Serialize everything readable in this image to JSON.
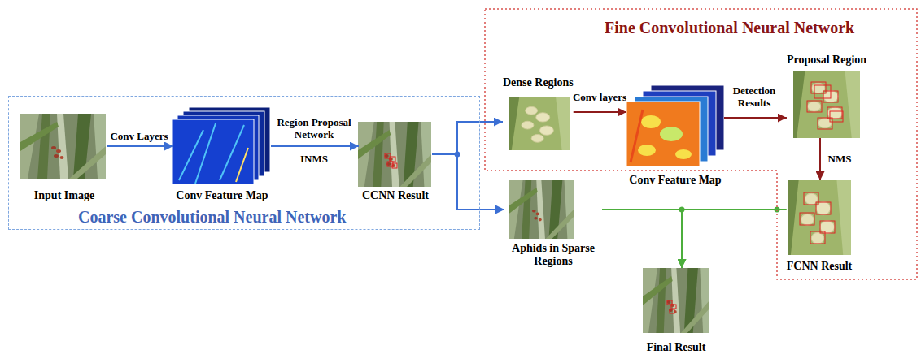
{
  "diagram": {
    "nodes": [
      {
        "text": [
          "Coarse Convolutional Neural Network"
        ]
      },
      {
        "text": [
          "Input Image"
        ],
        "in": 0
      },
      {
        "text": [
          "Conv Feature Map"
        ],
        "in": 0
      },
      {
        "text": [
          "CCNN Result"
        ],
        "in": 0
      },
      {
        "text": [
          "Fine Convolutional Neural Network"
        ]
      },
      {
        "text": [
          "Dense Regions"
        ],
        "in": 4
      },
      {
        "text": [
          "Conv Feature Map"
        ],
        "in": 4
      },
      {
        "text": [
          "Proposal Region"
        ],
        "in": 4
      },
      {
        "text": [
          "FCNN Result"
        ],
        "in": 4
      },
      {
        "text": [
          "Aphids in Sparse Regions"
        ]
      },
      {
        "text": [
          "Final Result"
        ]
      }
    ],
    "edges": [
      {
        "from": 1,
        "to": 2,
        "label": "Conv Layers",
        "arrow": "to"
      },
      {
        "from": 2,
        "to": 3,
        "label": "Region Proposal Network",
        "arrow": "to"
      },
      {
        "from": 3,
        "to": 5,
        "arrow": "to"
      },
      {
        "from": 3,
        "to": 9,
        "arrow": "to"
      },
      {
        "from": 5,
        "to": 6,
        "label": "Conv layers",
        "arrow": "to"
      },
      {
        "from": 6,
        "to": 7,
        "label": "Detection Results",
        "arrow": "to"
      },
      {
        "from": 7,
        "to": 8,
        "label": "NMS",
        "arrow": "to"
      },
      {
        "from": 9,
        "to": 10,
        "arrow": "to"
      },
      {
        "from": 8,
        "to": 10,
        "arrow": "to"
      }
    ],
    "labels": [
      "INMS"
    ]
  }
}
